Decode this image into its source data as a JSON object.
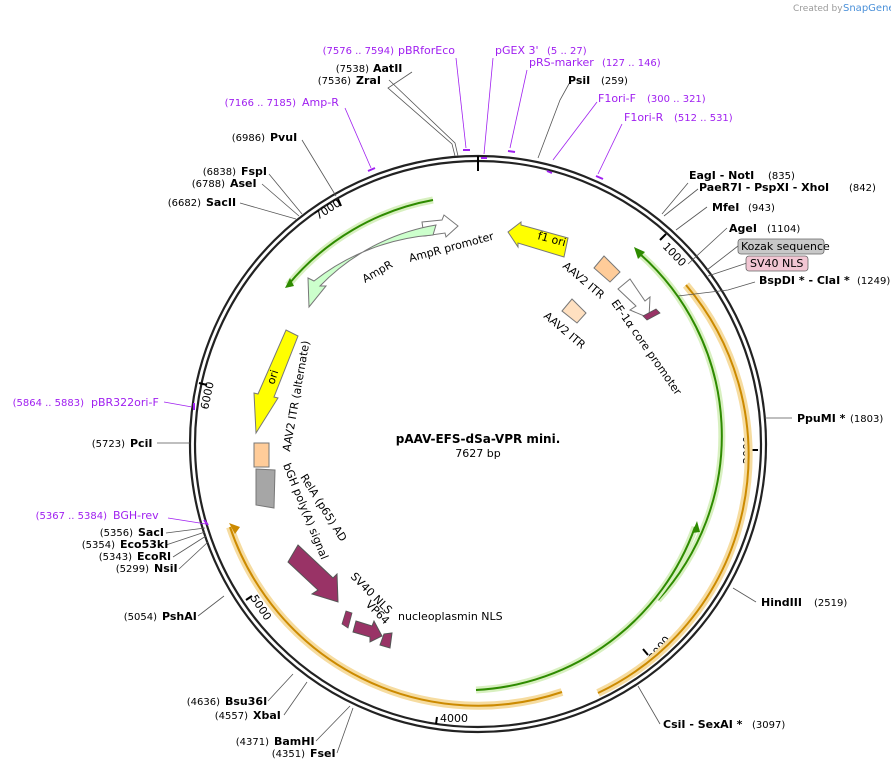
{
  "title": "pAAV-EFS-dSa-VPR mini.",
  "length_label": "7627 bp",
  "total_bp": 7627,
  "watermark": {
    "prefix": "Created by",
    "brand": "SnapGene"
  },
  "ticks": [
    "1000",
    "2000",
    "3000",
    "4000",
    "5000",
    "6000",
    "7000"
  ],
  "sites": [
    {
      "name": "AatII",
      "pos": "(7538)"
    },
    {
      "name": "ZraI",
      "pos": "(7536)"
    },
    {
      "name": "PsiI",
      "pos": "(259)"
    },
    {
      "name": "PvuI",
      "pos": "(6986)"
    },
    {
      "name": "FspI",
      "pos": "(6838)"
    },
    {
      "name": "AseI",
      "pos": "(6788)"
    },
    {
      "name": "SacII",
      "pos": "(6682)"
    },
    {
      "name": "EagI  - NotI",
      "pos": "(835)"
    },
    {
      "name": "PaeR7I  - PspXI  - XhoI",
      "pos": "(842)"
    },
    {
      "name": "MfeI",
      "pos": "(943)"
    },
    {
      "name": "AgeI",
      "pos": "(1104)"
    },
    {
      "name": "BspDI *  - ClaI *",
      "pos": "(1249)"
    },
    {
      "name": "PpuMI *",
      "pos": "(1803)"
    },
    {
      "name": "HindIII",
      "pos": "(2519)"
    },
    {
      "name": "CsiI  - SexAI *",
      "pos": "(3097)"
    },
    {
      "name": "PciI",
      "pos": "(5723)"
    },
    {
      "name": "SacI",
      "pos": "(5356)"
    },
    {
      "name": "Eco53kI",
      "pos": "(5354)"
    },
    {
      "name": "EcoRI",
      "pos": "(5343)"
    },
    {
      "name": "NsiI",
      "pos": "(5299)"
    },
    {
      "name": "PshAI",
      "pos": "(5054)"
    },
    {
      "name": "Bsu36I",
      "pos": "(4636)"
    },
    {
      "name": "XbaI",
      "pos": "(4557)"
    },
    {
      "name": "BamHI",
      "pos": "(4371)"
    },
    {
      "name": "FseI",
      "pos": "(4351)"
    }
  ],
  "primers": [
    {
      "name": "pBRforEco",
      "pos": "(7576 .. 7594)"
    },
    {
      "name": "pGEX 3'",
      "pos": "(5 .. 27)"
    },
    {
      "name": "pRS-marker",
      "pos": "(127 .. 146)"
    },
    {
      "name": "F1ori-F",
      "pos": "(300 .. 321)"
    },
    {
      "name": "F1ori-R",
      "pos": "(512 .. 531)"
    },
    {
      "name": "Amp-R",
      "pos": "(7166 .. 7185)"
    },
    {
      "name": "pBR322ori-F",
      "pos": "(5864 .. 5883)"
    },
    {
      "name": "BGH-rev",
      "pos": "(5367 .. 5384)"
    }
  ],
  "callouts": [
    {
      "name": "Kozak sequence",
      "color": "#c8c8c8"
    },
    {
      "name": "SV40 NLS",
      "color": "#f2c6d3"
    }
  ],
  "features": [
    {
      "name": "f1 ori",
      "color": "#ffff00"
    },
    {
      "name": "AAV2 ITR",
      "color": "#ffcc99"
    },
    {
      "name": "AAV2 ITR",
      "color": "#ffe0c0"
    },
    {
      "name": "EF-1α core promoter",
      "color": "#ffffff"
    },
    {
      "name": "AmpR promoter",
      "color": "#ffffff"
    },
    {
      "name": "AmpR",
      "color": "#ccffcc"
    },
    {
      "name": "ori",
      "color": "#ffff00"
    },
    {
      "name": "AAV2 ITR (alternate)",
      "color": "#ffcc99"
    },
    {
      "name": "bGH poly(A) signal",
      "color": "#a6a6a6"
    },
    {
      "name": "RelA (p65) AD",
      "color": "#993366"
    },
    {
      "name": "SV40 NLS",
      "color": "#993366"
    },
    {
      "name": "VP64",
      "color": "#993366"
    },
    {
      "name": "nucleoplasmin NLS",
      "color": "#993366"
    }
  ],
  "colors": {
    "backbone": "#222222",
    "orf_green": "#2e8b00",
    "orf_orange": "#cc8a00",
    "primer": "#a020f0"
  }
}
